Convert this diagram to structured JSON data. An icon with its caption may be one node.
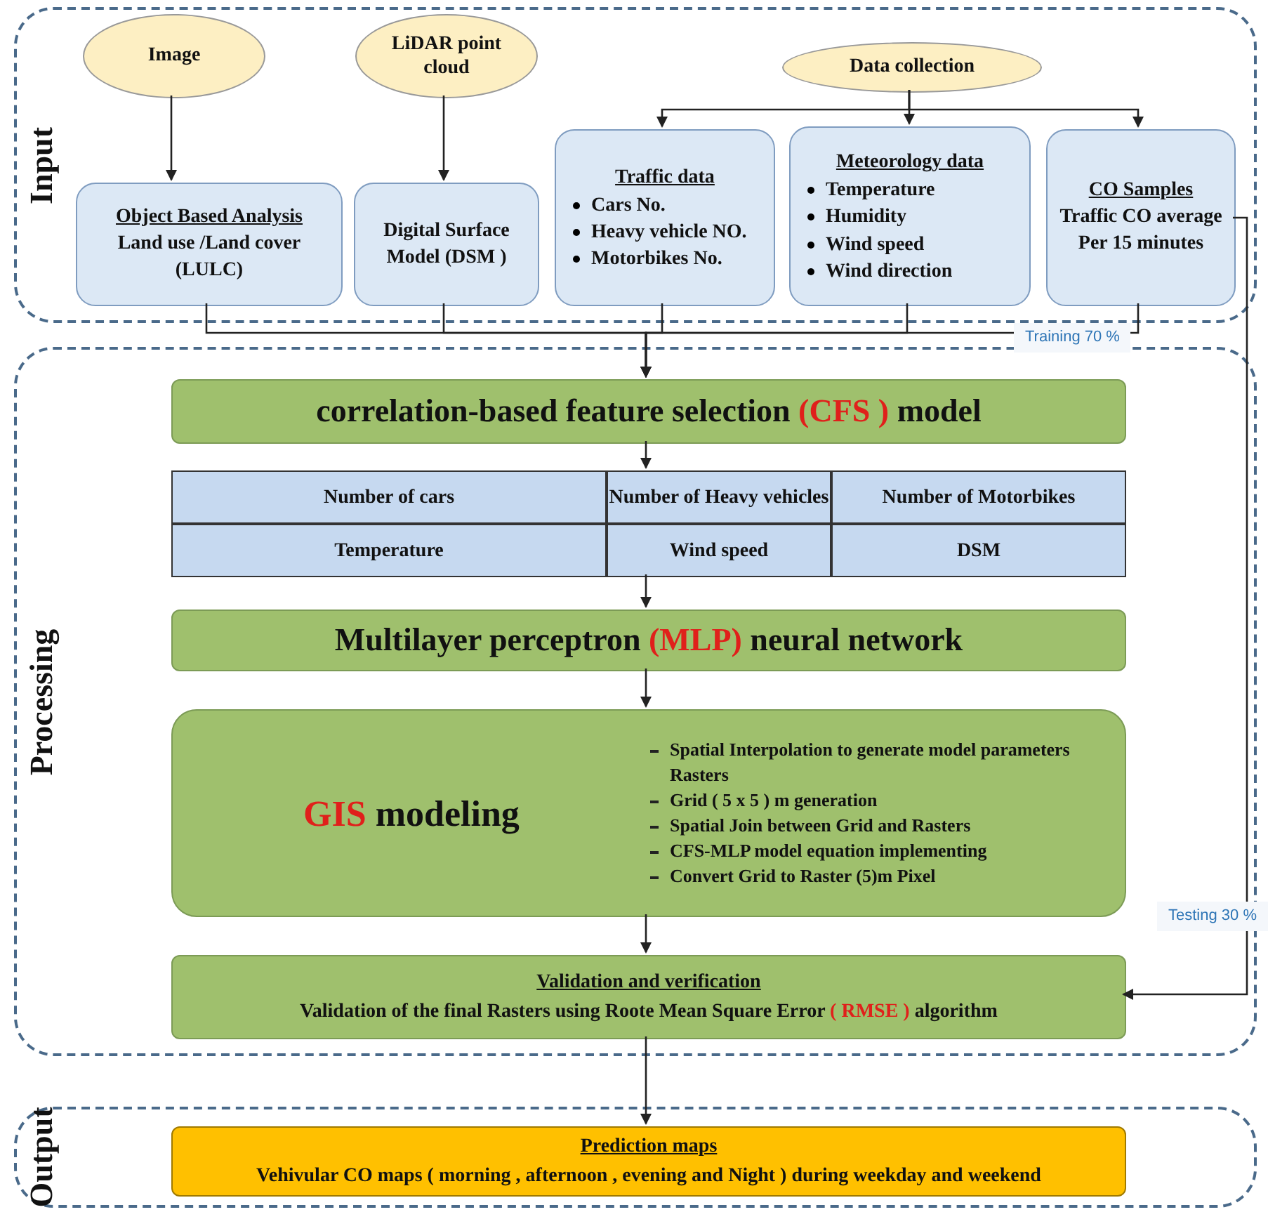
{
  "diagram": {
    "nodes": [
      {
        "text": [
          "Input"
        ]
      },
      {
        "text": [
          "Image"
        ],
        "in": 0
      },
      {
        "text": [
          "LiDAR point cloud"
        ],
        "in": 0
      },
      {
        "text": [
          "Data collection"
        ],
        "in": 0
      },
      {
        "text": [
          "Object Based Analysis",
          "Land use /Land cover (LULC)"
        ],
        "in": 0
      },
      {
        "text": [
          "Digital Surface Model (DSM )"
        ],
        "in": 0
      },
      {
        "text": [
          "Traffic data",
          "Cars No.",
          "Heavy vehicle NO.",
          "Motorbikes No."
        ],
        "in": 0
      },
      {
        "text": [
          "Meteorology data",
          "Temperature",
          "Humidity",
          "Wind speed",
          "Wind direction"
        ],
        "in": 0
      },
      {
        "text": [
          "CO Samples",
          "Traffic CO average Per 15 minutes"
        ],
        "in": 0
      },
      {
        "text": [
          "Processing"
        ]
      },
      {
        "text": [
          "correlation-based feature selection **(CFS )** model"
        ],
        "in": 9
      },
      {
        "text": [
          "Number of cars",
          "Number of Heavy vehicles",
          "Number of Motorbikes",
          "Temperature",
          "Wind speed",
          "DSM"
        ],
        "in": 9
      },
      {
        "text": [
          "Multilayer perceptron **(MLP)** neural network"
        ],
        "in": 9
      },
      {
        "text": [
          "**GIS** modeling",
          "Spatial Interpolation to generate model parameters Rasters",
          "Grid ( 5 x 5 ) m generation",
          "Spatial Join between Grid and Rasters",
          "CFS-MLP model equation implementing",
          "Convert Grid to Raster (5)m Pixel"
        ],
        "in": 9
      },
      {
        "text": [
          "Validation and verification",
          "Validation of the final Rasters using Roote Mean Square Error **( RMSE )** algorithm"
        ],
        "in": 9
      },
      {
        "text": [
          "Output"
        ]
      },
      {
        "text": [
          "Prediction maps",
          "Vehivular CO maps ( morning , afternoon , evening and Night ) during weekday and weekend"
        ],
        "in": 15
      }
    ],
    "edges": [
      {
        "from": 1,
        "to": 4,
        "arrow": "to"
      },
      {
        "from": 2,
        "to": 5,
        "arrow": "to"
      },
      {
        "from": 3,
        "to": 6,
        "arrow": "to"
      },
      {
        "from": 3,
        "to": 7,
        "arrow": "to"
      },
      {
        "from": 3,
        "to": 8,
        "arrow": "to"
      },
      {
        "from": 4,
        "to": 10,
        "arrow": "to"
      },
      {
        "from": 5,
        "to": 10,
        "arrow": "to"
      },
      {
        "from": 6,
        "to": 10,
        "arrow": "to"
      },
      {
        "from": 7,
        "to": 10,
        "arrow": "to"
      },
      {
        "from": 8,
        "to": 10,
        "arrow": "to",
        "label": "Training 70 %"
      },
      {
        "from": 10,
        "to": 11,
        "arrow": "to"
      },
      {
        "from": 11,
        "to": 12,
        "arrow": "to"
      },
      {
        "from": 12,
        "to": 13,
        "arrow": "to"
      },
      {
        "from": 13,
        "to": 14,
        "arrow": "to"
      },
      {
        "from": 8,
        "to": 14,
        "arrow": "to",
        "label": "Testing 30 %"
      },
      {
        "from": 14,
        "to": 16,
        "arrow": "to"
      }
    ]
  }
}
